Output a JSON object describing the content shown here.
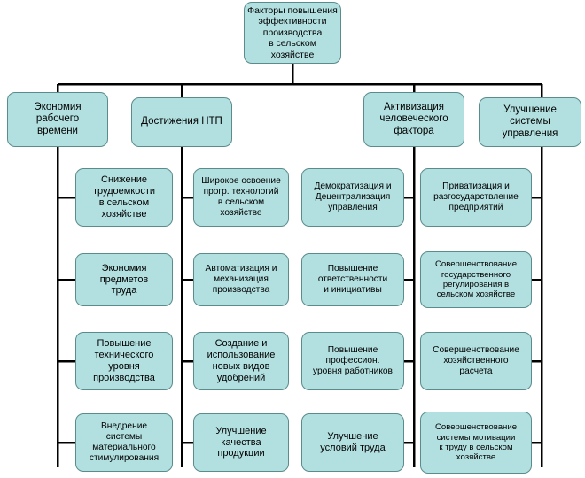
{
  "diagram": {
    "type": "tree-hierarchy",
    "title_node": {
      "id": "root",
      "label": "Факторы повышения\nэффективности\nпроизводства\nв сельском\nхозяйстве"
    },
    "level2": [
      {
        "id": "l2-1",
        "label": "Экономия\nрабочего\nвремени"
      },
      {
        "id": "l2-2",
        "label": "Достижения НТП"
      },
      {
        "id": "l2-3",
        "label": "Активизация\nчеловеческого\nфактора"
      },
      {
        "id": "l2-4",
        "label": "Улучшение системы\nуправления"
      }
    ],
    "columns": [
      {
        "id": "col-1",
        "parent": "l2-1",
        "items": [
          {
            "id": "c1-r1",
            "label": "Снижение\nтрудоемкости\nв сельском\nхозяйстве"
          },
          {
            "id": "c1-r2",
            "label": "Экономия\nпредметов\nтруда"
          },
          {
            "id": "c1-r3",
            "label": "Повышение\nтехнического\nуровня\nпроизводства"
          },
          {
            "id": "c1-r4",
            "label": "Внедрение\nсистемы\nматериального\nстимулирования"
          }
        ]
      },
      {
        "id": "col-2",
        "parent": "l2-2",
        "items": [
          {
            "id": "c2-r1",
            "label": "Широкое освоение\nпрогр. технологий\nв сельском\nхозяйстве"
          },
          {
            "id": "c2-r2",
            "label": "Автоматизация и\nмеханизация\nпроизводства"
          },
          {
            "id": "c2-r3",
            "label": "Создание и\nиспользование\nновых видов\nудобрений"
          },
          {
            "id": "c2-r4",
            "label": "Улучшение\nкачества\nпродукции"
          }
        ]
      },
      {
        "id": "col-3",
        "parent": "l2-3",
        "items": [
          {
            "id": "c3-r1",
            "label": "Демократизация и\nДецентрализация\nуправления"
          },
          {
            "id": "c3-r2",
            "label": "Повышение\nответственности\nи инициативы"
          },
          {
            "id": "c3-r3",
            "label": "Повышение\nпрофессион.\nуровня работников"
          },
          {
            "id": "c3-r4",
            "label": "Улучшение\nусловий труда"
          }
        ]
      },
      {
        "id": "col-4",
        "parent": "l2-4",
        "items": [
          {
            "id": "c4-r1",
            "label": "Приватизация и\nразгосударствление\nпредприятий"
          },
          {
            "id": "c4-r2",
            "label": "Совершенствование\nгосударственного\nрегулирования в\nсельском хозяйстве"
          },
          {
            "id": "c4-r3",
            "label": "Совершенствование\nхозяйственного\nрасчета"
          },
          {
            "id": "c4-r4",
            "label": "Совершенствование\nсистемы мотивации\nк труду в сельском\nхозяйстве"
          }
        ]
      }
    ],
    "colors": {
      "node_fill": "#b2dfdf",
      "node_border": "#5a8c8c",
      "connector": "#000000",
      "background": "#ffffff",
      "text": "#000000"
    }
  }
}
